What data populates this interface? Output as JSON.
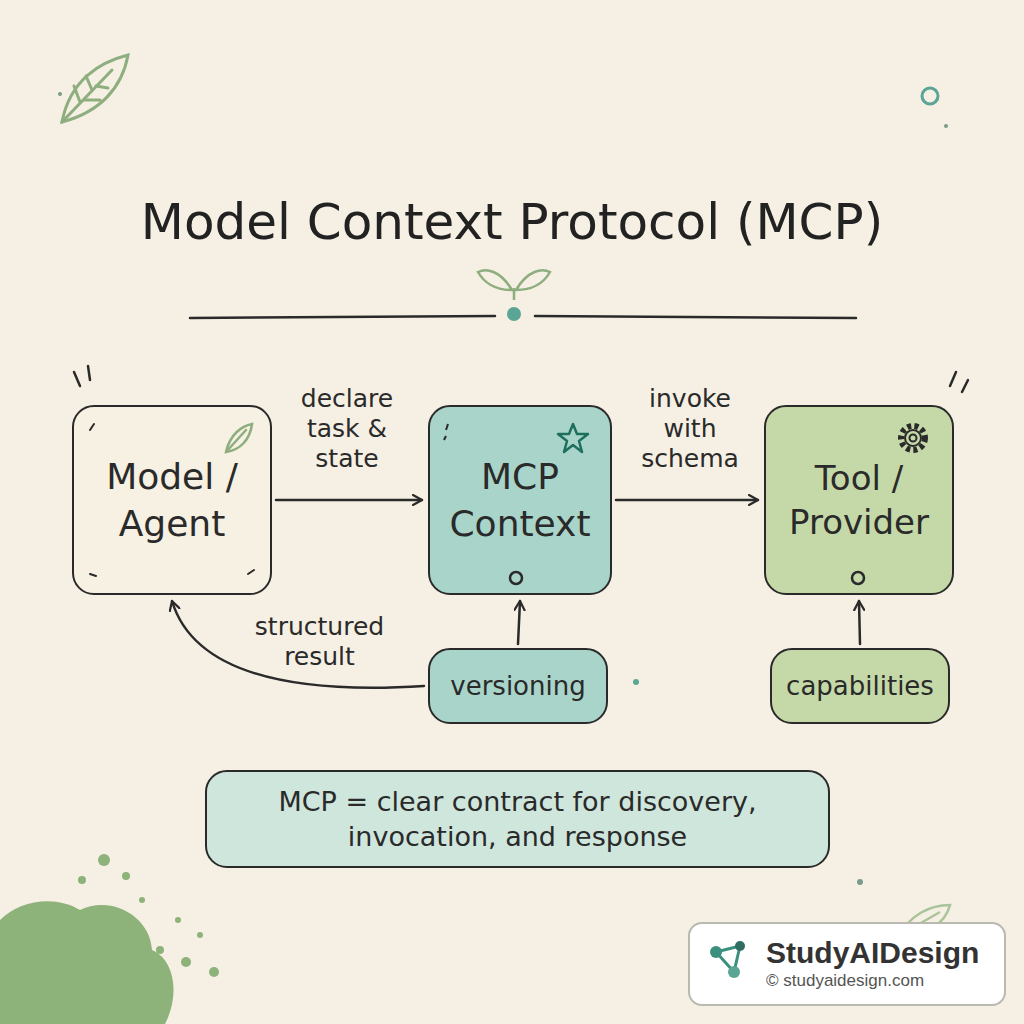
{
  "diagram": {
    "title": "Model Context Protocol (MCP)",
    "nodes": [
      {
        "text": [
          "Model / Agent"
        ]
      },
      {
        "text": [
          "MCP Context"
        ]
      },
      {
        "text": [
          "Tool / Provider"
        ]
      },
      {
        "text": [
          "versioning"
        ]
      },
      {
        "text": [
          "capabilities"
        ]
      },
      {
        "text": [
          "MCP = clear contract for discovery, invocation, and response"
        ]
      },
      {
        "text": [
          "StudyAIDesign",
          "© studyaidesign.com"
        ]
      }
    ],
    "edges": [
      {
        "from": 0,
        "to": 1,
        "arrow": "to",
        "label": "declare task & state"
      },
      {
        "from": 1,
        "to": 2,
        "arrow": "to",
        "label": "invoke with schema"
      },
      {
        "from": 3,
        "to": 0,
        "arrow": "to",
        "label": "structured result"
      },
      {
        "from": 3,
        "to": 1,
        "arrow": "to"
      },
      {
        "from": 4,
        "to": 2,
        "arrow": "to"
      }
    ]
  }
}
